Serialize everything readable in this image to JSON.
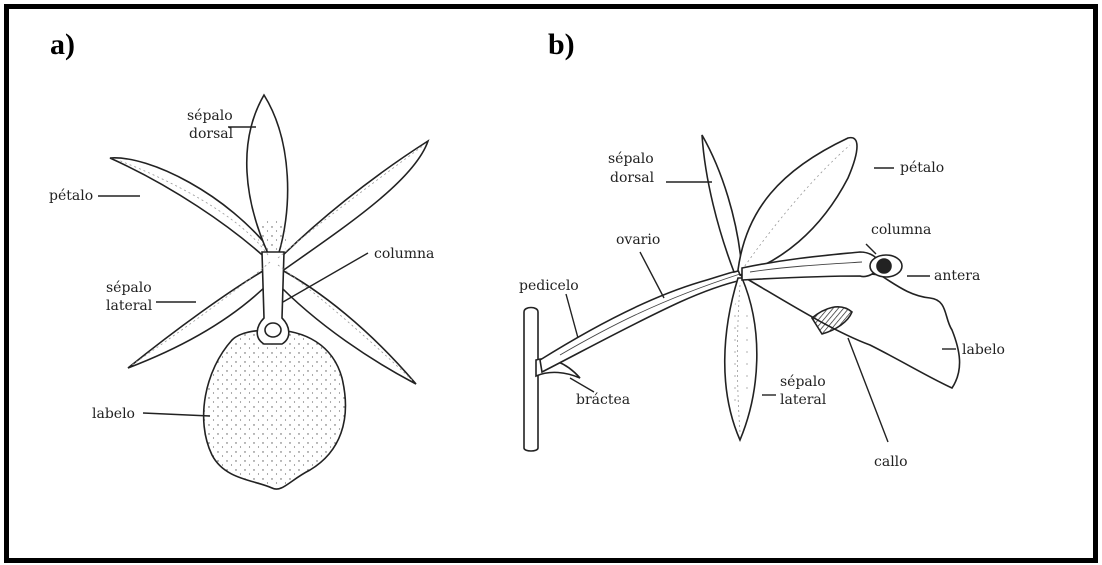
{
  "panels": [
    {
      "id": "a",
      "label": "a)"
    },
    {
      "id": "b",
      "label": "b)"
    }
  ],
  "labels_a": {
    "sepalo_dorsal": [
      "sépalo",
      "dorsal"
    ],
    "petalo": "pétalo",
    "columna": "columna",
    "sepalo_lateral": [
      "sépalo",
      "lateral"
    ],
    "labelo": "labelo"
  },
  "labels_b": {
    "sepalo_dorsal": [
      "sépalo",
      "dorsal"
    ],
    "petalo": "pétalo",
    "columna": "columna",
    "ovario": "ovario",
    "antera": "antera",
    "pedicelo": "pedicelo",
    "labelo": "labelo",
    "bractea": "bráctea",
    "sepalo_lateral": [
      "sépalo",
      "lateral"
    ],
    "callo": "callo"
  }
}
